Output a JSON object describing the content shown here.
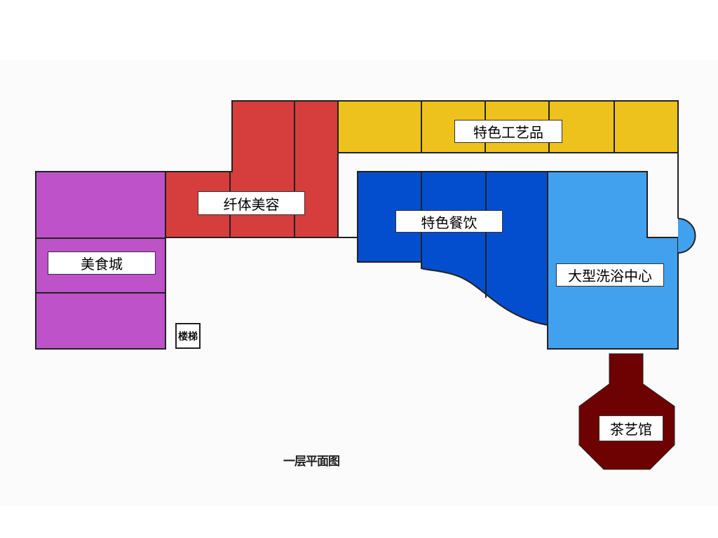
{
  "floor_plan": {
    "caption": "一层平面图",
    "stair_label": "楼梯",
    "zones": [
      {
        "name": "特色工艺品",
        "color": "#eec21c"
      },
      {
        "name": "纤体美容",
        "color": "#d63d3d"
      },
      {
        "name": "特色餐饮",
        "color": "#034ecf"
      },
      {
        "name": "美食城",
        "color": "#bd52c9"
      },
      {
        "name": "大型洗浴中心",
        "color": "#41a1ee"
      },
      {
        "name": "茶艺馆",
        "color": "#6e0101"
      }
    ]
  }
}
